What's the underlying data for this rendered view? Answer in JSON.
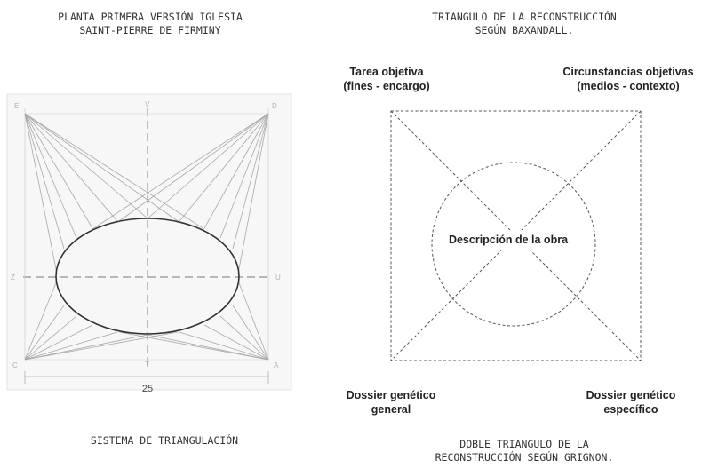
{
  "left_panel": {
    "title_lines": [
      "PLANTA PRIMERA VERSIÓN IGLESIA",
      "SAINT-PIERRE DE FIRMINY"
    ],
    "bottom_caption": "SISTEMA DE TRIANGULACIÓN",
    "dimension_label": "25",
    "point_labels": {
      "top_left": "E",
      "top_mid": "V",
      "top_right": "D",
      "mid_left": "Z",
      "mid_right": "U",
      "bottom_left": "C",
      "bottom_mid": "T",
      "bottom_right": "A"
    }
  },
  "right_panel": {
    "title_lines": [
      "TRIANGULO DE LA RECONSTRUCCIÓN",
      "SEGÚN BAXANDALL."
    ],
    "bottom_caption_lines": [
      "DOBLE TRIANGULO DE LA",
      "RECONSTRUCCIÓN SEGÚN GRIGNON."
    ],
    "nodes": {
      "top_left": [
        "Tarea objetiva",
        "(fines - encargo)"
      ],
      "top_right": [
        "Circunstancias objetivas",
        "(medios - contexto)"
      ],
      "center": "Descripción de la obra",
      "bottom_left": [
        "Dossier genético",
        "general"
      ],
      "bottom_right": [
        "Dossier genético",
        "específico"
      ]
    }
  }
}
